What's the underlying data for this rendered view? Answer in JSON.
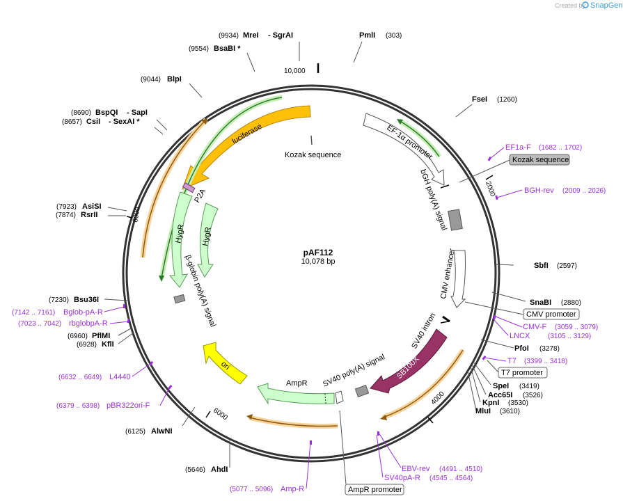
{
  "credit": {
    "created_by": "Created by",
    "brand": "SnapGene",
    "logo_icon": "snapgene-logo-icon"
  },
  "plasmid": {
    "name": "pAF112",
    "length": "10,078 bp",
    "size_bp": 10078
  },
  "ticks": [
    {
      "label": "10,000",
      "bp": 10000
    },
    {
      "label": "2000",
      "bp": 2000
    },
    {
      "label": "4000",
      "bp": 4000
    },
    {
      "label": "6000",
      "bp": 6000
    },
    {
      "label": "8000",
      "bp": 8000
    }
  ],
  "sites": [
    {
      "pos": "(9934)",
      "name": "MreI",
      "extra": "- SgrAI"
    },
    {
      "name": "PmlI",
      "pos": "(303)"
    },
    {
      "pos": "(9554)",
      "name": "BsaBI *"
    },
    {
      "pos": "(9044)",
      "name": "BlpI"
    },
    {
      "name": "FseI",
      "pos": "(1260)"
    },
    {
      "pos": "(8690)",
      "name": "BspQI",
      "extra": "- SapI"
    },
    {
      "pos": "(8657)",
      "name": "CsiI",
      "extra": "- SexAI *"
    },
    {
      "pos": "(7923)",
      "name": "AsiSI"
    },
    {
      "pos": "(7874)",
      "name": "RsrII"
    },
    {
      "name": "SbfI",
      "pos": "(2597)"
    },
    {
      "name": "SnaBI",
      "pos": "(2880)"
    },
    {
      "pos": "(7230)",
      "name": "Bsu36I"
    },
    {
      "pos": "(6960)",
      "name": "PflMI"
    },
    {
      "pos": "(6928)",
      "name": "KflI"
    },
    {
      "name": "PfoI",
      "pos": "(3278)"
    },
    {
      "name": "SpeI",
      "pos": "(3419)"
    },
    {
      "name": "Acc65I",
      "pos": "(3526)"
    },
    {
      "name": "KpnI",
      "pos": "(3530)"
    },
    {
      "name": "MluI",
      "pos": "(3610)"
    },
    {
      "pos": "(6125)",
      "name": "AlwNI"
    },
    {
      "pos": "(5646)",
      "name": "AhdI"
    }
  ],
  "primers": [
    {
      "name": "EF1a-F",
      "pos": "(1682 .. 1702)"
    },
    {
      "name": "BGH-rev",
      "pos": "(2009 .. 2026)"
    },
    {
      "name": "CMV-F",
      "pos": "(3059 .. 3079)"
    },
    {
      "name": "LNCX",
      "pos": "(3105 .. 3129)"
    },
    {
      "name": "T7",
      "pos": "(3399 .. 3418)"
    },
    {
      "name": "Bglob-pA-R",
      "pos": "(7142 .. 7161)"
    },
    {
      "name": "rbglobpA-R",
      "pos": "(7023 .. 7042)"
    },
    {
      "name": "L4440",
      "pos": "(6632 .. 6649)"
    },
    {
      "name": "pBR322ori-F",
      "pos": "(6379 .. 6398)"
    },
    {
      "name": "Amp-R",
      "pos": "(5077 .. 5096)"
    },
    {
      "name": "EBV-rev",
      "pos": "(4491 .. 4510)"
    },
    {
      "name": "SV40pA-R",
      "pos": "(4545 .. 4564)"
    }
  ],
  "boxes": [
    {
      "label": "Kozak sequence",
      "filled": true
    },
    {
      "label": "CMV promoter",
      "filled": false
    },
    {
      "label": "T7 promoter",
      "filled": false
    },
    {
      "label": "AmpR promoter",
      "filled": false
    }
  ],
  "features": [
    {
      "name": "luciferase",
      "color": "#ffc107"
    },
    {
      "name": "Kozak sequence",
      "color": "#555555"
    },
    {
      "name": "EF-1α promoter",
      "color": "#ffffff"
    },
    {
      "name": "bGH poly(A) signal",
      "color": "#999999"
    },
    {
      "name": "CMV enhancer",
      "color": "#ffffff"
    },
    {
      "name": "SV40 intron",
      "color": "#ffffff"
    },
    {
      "name": "SB100X",
      "color": "#993366"
    },
    {
      "name": "SV40 poly(A) signal",
      "color": "#999999"
    },
    {
      "name": "AmpR",
      "color": "#ccffcc"
    },
    {
      "name": "ori",
      "color": "#ffff00"
    },
    {
      "name": "β-globin poly(A) signal",
      "color": "#999999"
    },
    {
      "name": "HygR",
      "color": "#ccffcc"
    },
    {
      "name": "HygR",
      "color": "#ccffcc"
    },
    {
      "name": "P2A",
      "color": "#cc99cc"
    }
  ]
}
